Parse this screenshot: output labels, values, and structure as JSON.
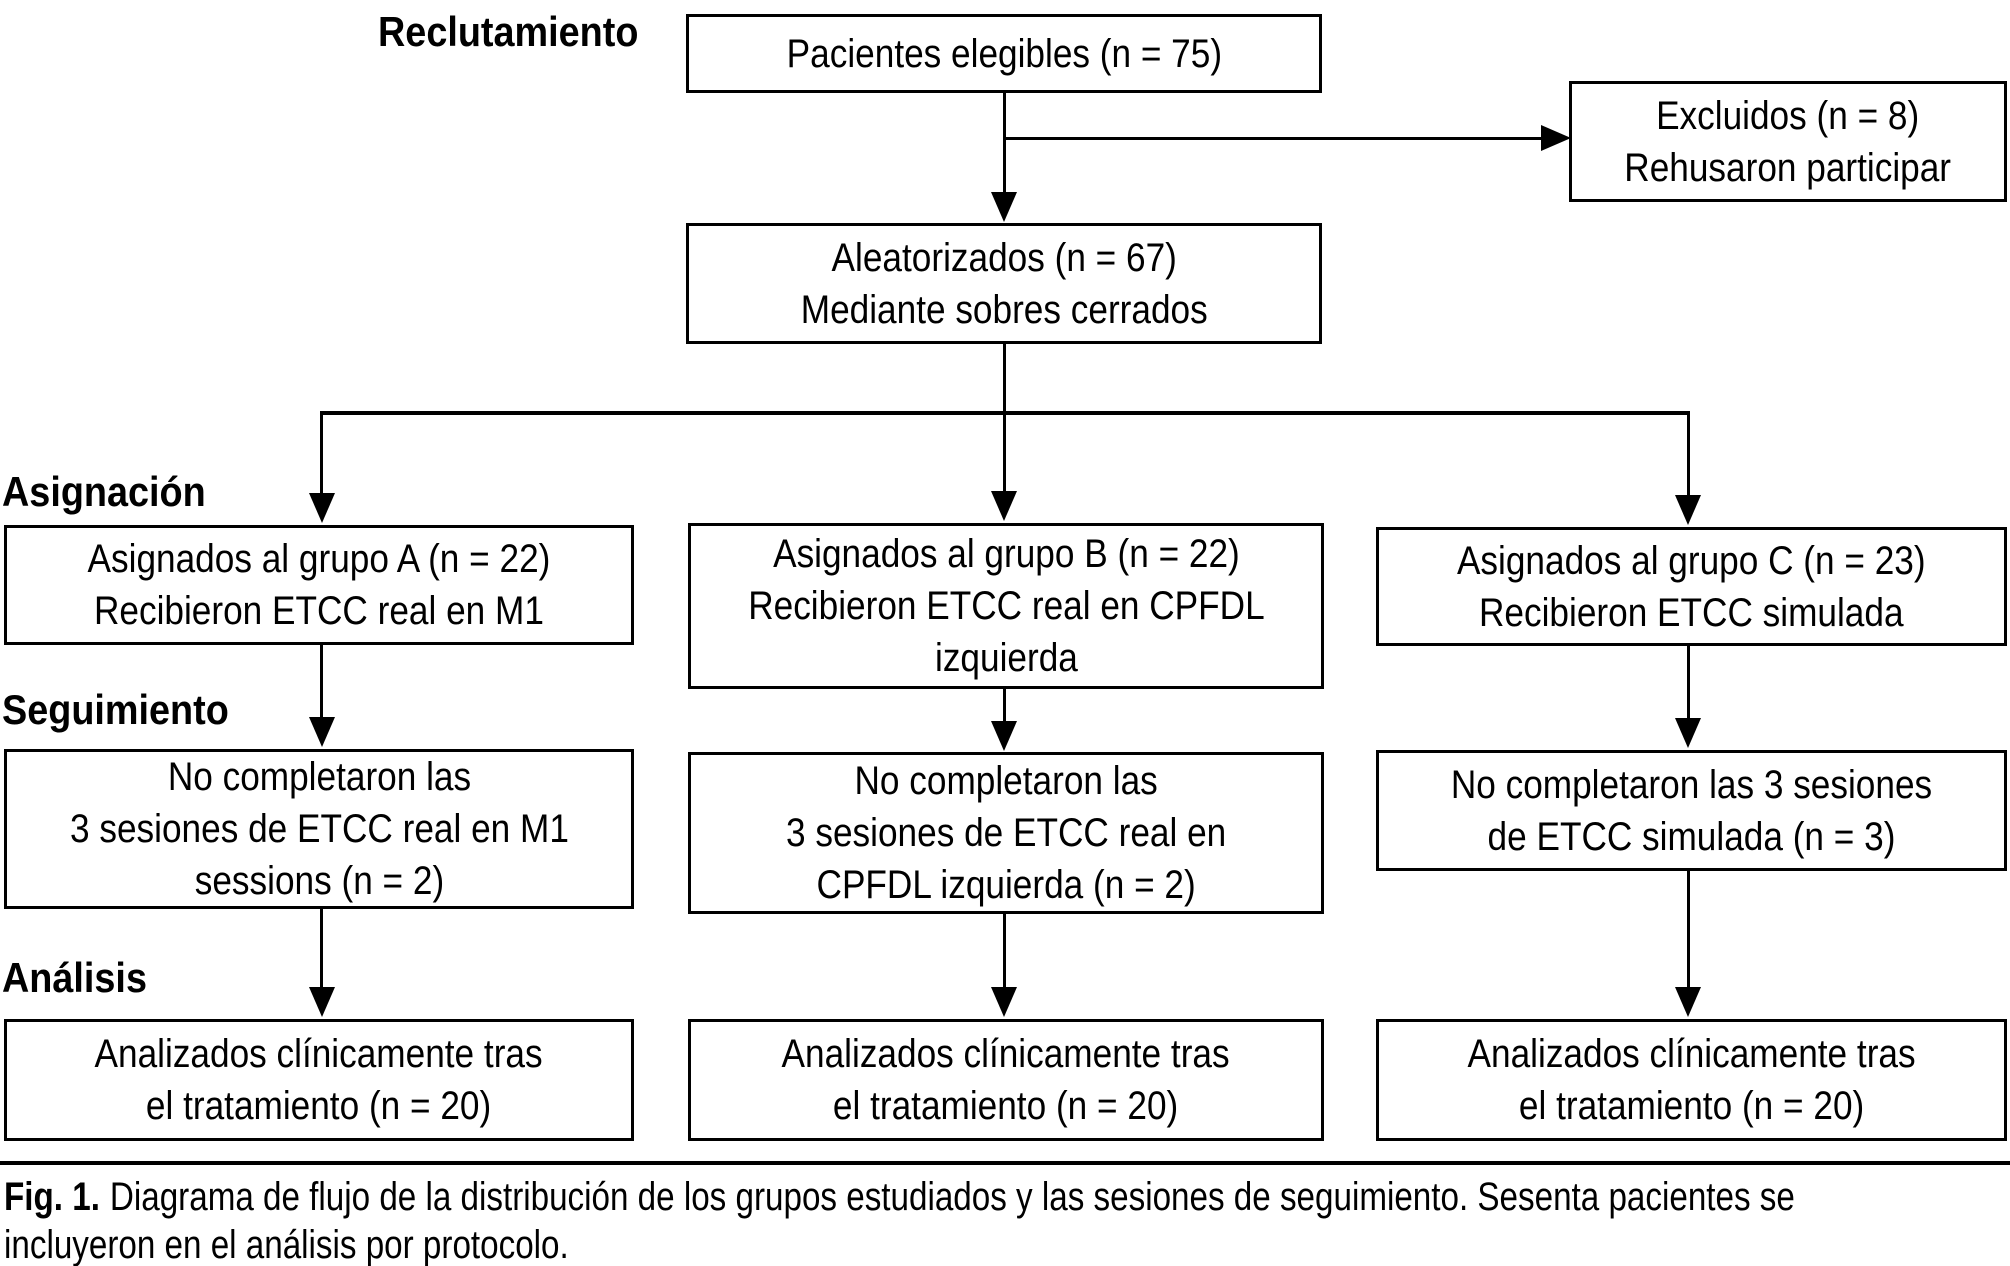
{
  "stage_labels": {
    "recruitment": "Reclutamiento",
    "allocation": "Asignación",
    "followup": "Seguimiento",
    "analysis": "Análisis"
  },
  "boxes": {
    "eligible": {
      "lines": [
        "Pacientes elegibles (n = 75)"
      ]
    },
    "excluded": {
      "lines": [
        "Excluidos (n = 8)",
        "Rehusaron participar"
      ]
    },
    "randomized": {
      "lines": [
        "Aleatorizados (n = 67)",
        "Mediante sobres cerrados"
      ]
    },
    "group_a": {
      "lines": [
        "Asignados al grupo A (n = 22)",
        "Recibieron ETCC real en M1"
      ]
    },
    "group_b": {
      "lines": [
        "Asignados al grupo B (n = 22)",
        "Recibieron ETCC real en CPFDL",
        "izquierda"
      ]
    },
    "group_c": {
      "lines": [
        "Asignados al grupo C (n = 23)",
        "Recibieron ETCC simulada"
      ]
    },
    "followup_a": {
      "lines": [
        "No completaron las",
        "3 sesiones de ETCC real en M1",
        "sessions (n = 2)"
      ]
    },
    "followup_b": {
      "lines": [
        "No completaron las",
        "3 sesiones de ETCC real en",
        "CPFDL izquierda (n = 2)"
      ]
    },
    "followup_c": {
      "lines": [
        "No completaron las 3 sesiones",
        "de ETCC simulada (n = 3)"
      ]
    },
    "analysis_a": {
      "lines": [
        "Analizados clínicamente tras",
        "el tratamiento (n = 20)"
      ]
    },
    "analysis_b": {
      "lines": [
        "Analizados clínicamente tras",
        "el tratamiento (n = 20)"
      ]
    },
    "analysis_c": {
      "lines": [
        "Analizados clínicamente tras",
        "el tratamiento (n = 20)"
      ]
    }
  },
  "caption": {
    "fig": "Fig. 1.",
    "text_line1": "Diagrama de flujo de la distribución de los grupos estudiados y las sesiones de seguimiento. Sesenta pacientes se",
    "text_line2": "incluyeron en el análisis por protocolo."
  },
  "colors": {
    "background": "#ffffff",
    "line": "#000000",
    "text": "#000000"
  }
}
